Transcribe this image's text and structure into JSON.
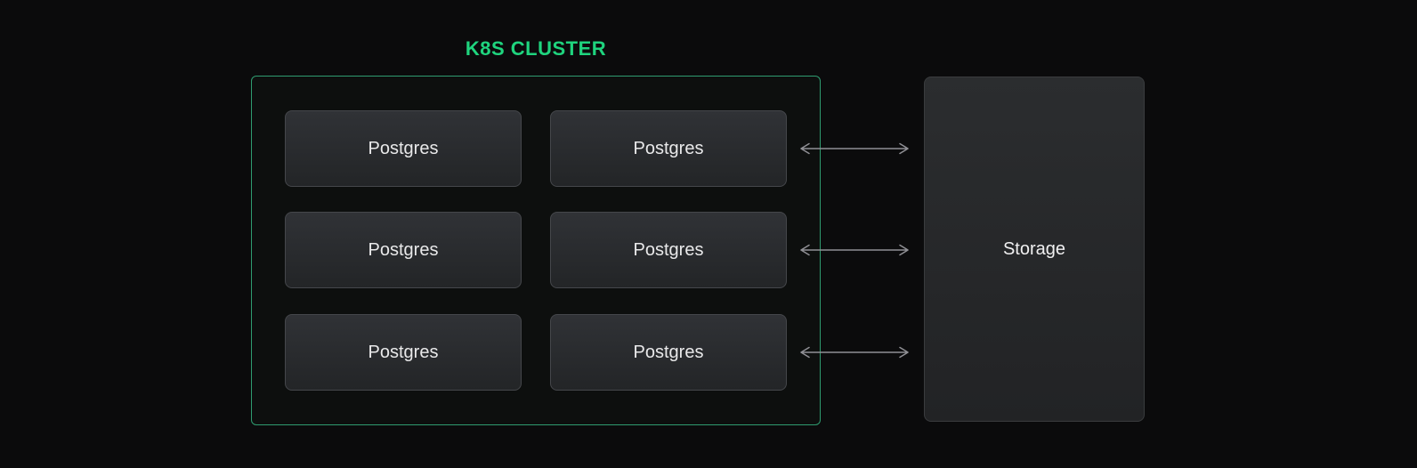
{
  "cluster": {
    "title": "K8S CLUSTER",
    "nodes": [
      {
        "label": "Postgres"
      },
      {
        "label": "Postgres"
      },
      {
        "label": "Postgres"
      },
      {
        "label": "Postgres"
      },
      {
        "label": "Postgres"
      },
      {
        "label": "Postgres"
      }
    ]
  },
  "storage": {
    "label": "Storage"
  },
  "connections": [
    {
      "from": "Postgres",
      "to": "Storage",
      "type": "bidirectional-arrow"
    },
    {
      "from": "Postgres",
      "to": "Storage",
      "type": "bidirectional-arrow"
    },
    {
      "from": "Postgres",
      "to": "Storage",
      "type": "bidirectional-arrow"
    }
  ],
  "colors": {
    "background": "#0b0b0c",
    "accent_green": "#1fd47e",
    "cluster_border": "#2f9c70",
    "node_background": "#2a2c2f",
    "node_border": "#45474b",
    "storage_background": "#27292b",
    "arrow": "#909095",
    "text": "#e9e9ea"
  }
}
